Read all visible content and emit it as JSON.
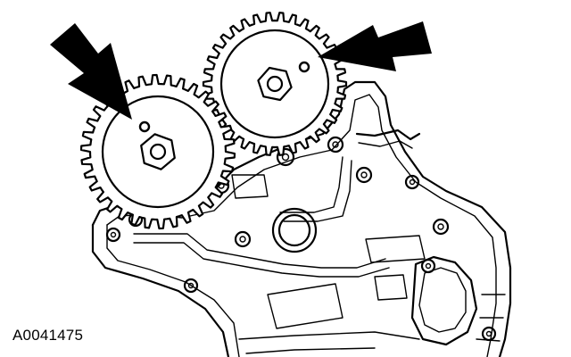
{
  "figure": {
    "id_label": "A0041475",
    "background": "#ffffff",
    "line_color": "#000000"
  },
  "parts": {
    "left_sprocket": {
      "teeth": 34,
      "timing_mark": "circle-mark"
    },
    "right_sprocket": {
      "teeth": 34,
      "timing_mark": "circle-mark"
    },
    "arrows": [
      "left-arrow",
      "right-arrow"
    ]
  }
}
